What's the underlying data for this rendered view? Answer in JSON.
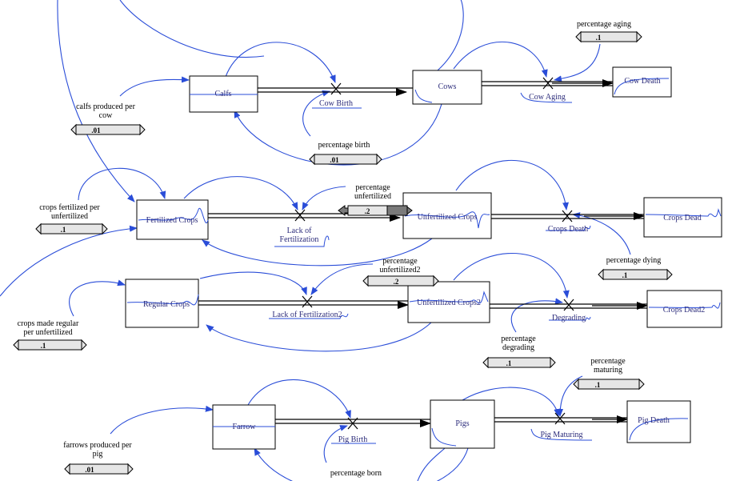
{
  "stocks": {
    "calfs": "Calfs",
    "cows": "Cows",
    "cow_death": "Cow Death",
    "fertilized_crops": "Fertilized Crops",
    "unfertilized_crops": "Unfertilized Crops",
    "crops_dead": "Crops Dead",
    "regular_crops": "Regular Crops",
    "unfertilized_crops2": "Unfertilized Crops2",
    "crops_dead2": "Crops Dead2",
    "farrow": "Farrow",
    "pigs": "Pigs",
    "pig_death": "Pig Death"
  },
  "flows": {
    "cow_birth": "Cow Birth",
    "cow_aging": "Cow Aging",
    "lack_of_fertilization_l1": "Lack of",
    "lack_of_fertilization_l2": "Fertilization",
    "crops_death": "Crops Death",
    "lack_of_fertilization2": "Lack of Fertilization2",
    "degrading": "Degrading",
    "pig_birth": "Pig Birth",
    "pig_maturing": "Pig Maturing"
  },
  "converters": {
    "percentage_aging": {
      "label": "percentage aging",
      "value": ".1"
    },
    "calfs_produced": {
      "line1": "calfs produced per",
      "line2": "cow",
      "value": ".01"
    },
    "percentage_birth": {
      "label": "percentage birth",
      "value": ".01"
    },
    "crops_fertilized": {
      "line1": "crops fertilized per",
      "line2": "unfertilized",
      "value": ".1"
    },
    "percentage_unfertilized": {
      "line1": "percentage",
      "line2": "unfertilized",
      "value": ".2"
    },
    "percentage_dying": {
      "label": "percentage dying",
      "value": ".1"
    },
    "percentage_unfertilized2": {
      "line1": "percentage",
      "line2": "unfertilized2",
      "value": ".2"
    },
    "crops_made_regular": {
      "line1": "crops made regular",
      "line2": "per unfertilized",
      "value": ".1"
    },
    "percentage_degrading": {
      "line1": "percentage",
      "line2": "degrading",
      "value": ".1"
    },
    "percentage_maturing": {
      "line1": "percentage",
      "line2": "maturing",
      "value": ".1"
    },
    "farrows_produced": {
      "line1": "farrows produced per",
      "line2": "pig",
      "value": ".01"
    },
    "percentage_born": {
      "label": "percentage born"
    }
  },
  "colors": {
    "link": "#2a4dd8",
    "text": "#2b2b7a"
  }
}
